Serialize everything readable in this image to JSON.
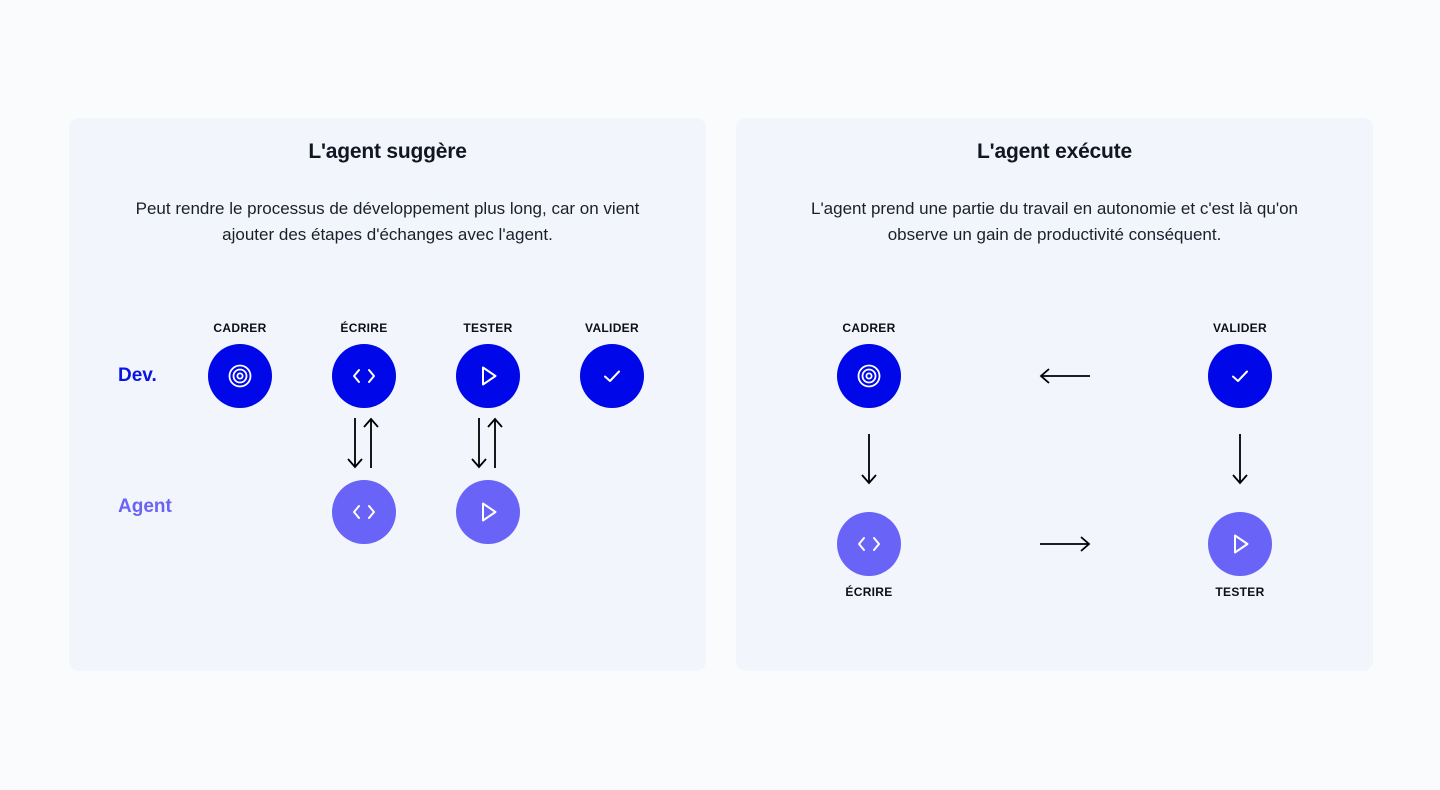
{
  "colors": {
    "dev": "#0007e8",
    "agent": "#6963f7",
    "card_bg": "#f2f6fc",
    "page_bg": "#fafbfc"
  },
  "left": {
    "title": "L'agent suggère",
    "description_lines": [
      "Peut rendre le processus de développement plus long, car on vient",
      "ajouter des étapes d'échanges avec l'agent."
    ],
    "row_labels": {
      "dev": "Dev.",
      "agent": "Agent"
    },
    "steps": [
      {
        "label": "CADRER",
        "icon": "target-icon"
      },
      {
        "label": "ÉCRIRE",
        "icon": "code-icon"
      },
      {
        "label": "TESTER",
        "icon": "play-icon"
      },
      {
        "label": "VALIDER",
        "icon": "check-icon"
      }
    ],
    "agent_steps": [
      {
        "icon": "code-icon"
      },
      {
        "icon": "play-icon"
      }
    ]
  },
  "right": {
    "title": "L'agent exécute",
    "description_lines": [
      "L'agent prend une partie du travail en autonomie et c'est là qu'on",
      "observe un gain de productivité conséquent."
    ],
    "steps": [
      {
        "label": "CADRER",
        "icon": "target-icon"
      },
      {
        "label": "VALIDER",
        "icon": "check-icon"
      },
      {
        "label": "ÉCRIRE",
        "icon": "code-icon"
      },
      {
        "label": "TESTER",
        "icon": "play-icon"
      }
    ]
  }
}
